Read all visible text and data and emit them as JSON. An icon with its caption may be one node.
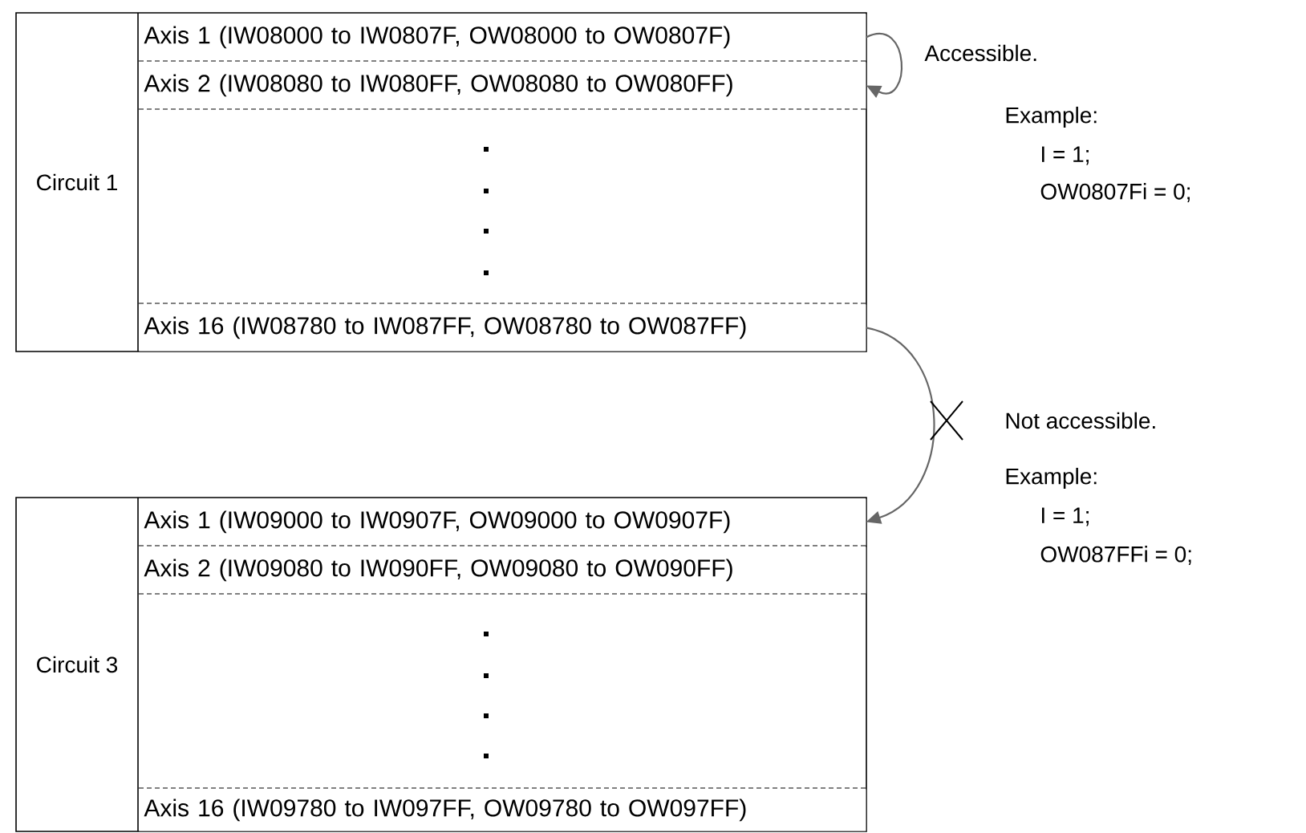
{
  "diagram": {
    "nodes": [
      {
        "text": [
          "Circuit 1"
        ]
      },
      {
        "text": [
          "Axis 1 (IW08000 to IW0807F, OW08000 to OW0807F)"
        ],
        "in": 0
      },
      {
        "text": [
          "Axis 2 (IW08080 to IW080FF, OW08080 to OW080FF)"
        ],
        "in": 0
      },
      {
        "text": [
          "Axis 16 (IW08780 to IW087FF, OW08780 to OW087FF)"
        ],
        "in": 0
      },
      {
        "text": [
          "Circuit 3"
        ]
      },
      {
        "text": [
          "Axis 1 (IW09000 to IW0907F, OW09000 to OW0907F)"
        ],
        "in": 4
      },
      {
        "text": [
          "Axis 2 (IW09080 to IW090FF, OW09080 to OW090FF)"
        ],
        "in": 4
      },
      {
        "text": [
          "Axis 16 (IW09780 to IW097FF, OW09780 to OW097FF)"
        ],
        "in": 4
      }
    ],
    "edges": [
      {
        "from": 1,
        "to": 2,
        "arrow": "to",
        "label": "Accessible."
      },
      {
        "from": 3,
        "to": 5,
        "arrow": "to",
        "label": "Not accessible."
      }
    ],
    "labels": [
      "Example:",
      "I = 1;",
      "OW0807Fi = 0;",
      "Example:",
      "I = 1;",
      "OW087FFi = 0;"
    ]
  }
}
